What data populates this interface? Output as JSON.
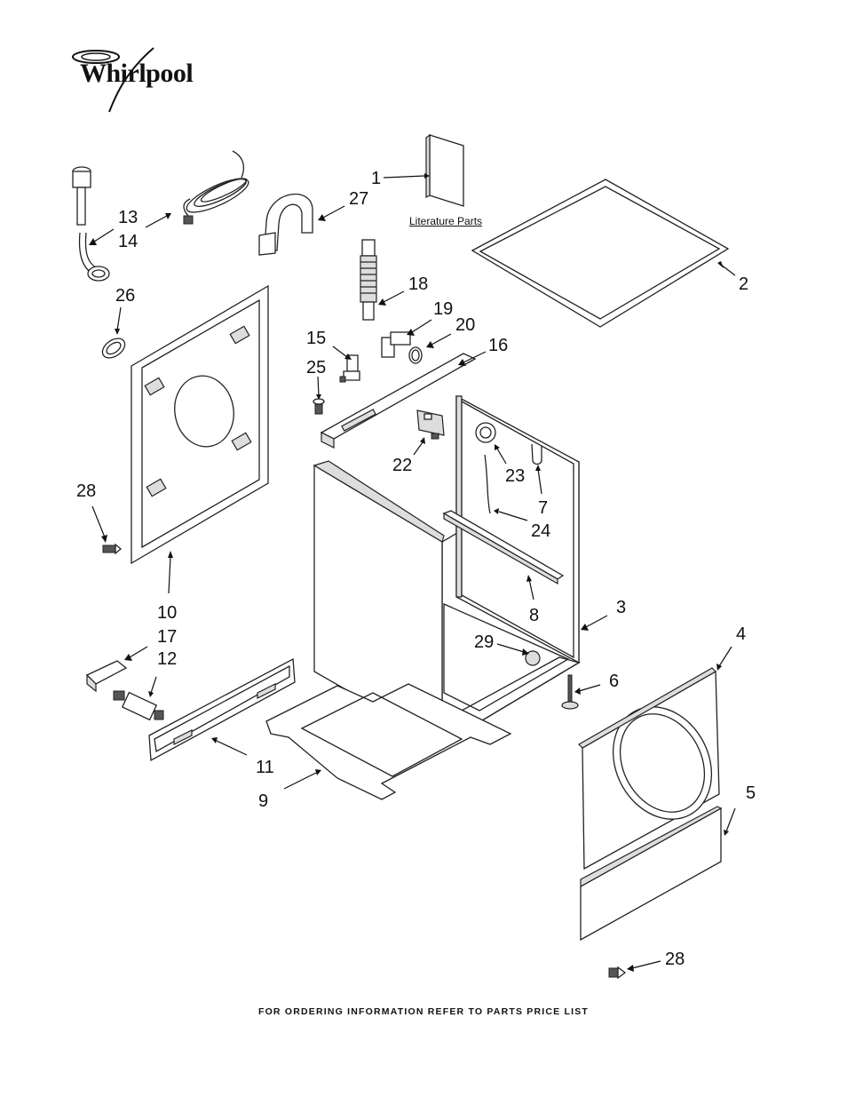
{
  "brand": "Whirlpool",
  "footer": "FOR ORDERING INFORMATION REFER TO PARTS PRICE LIST",
  "literature_caption": "Literature Parts",
  "callouts": {
    "c1": "1",
    "c2": "2",
    "c3": "3",
    "c4": "4",
    "c5": "5",
    "c6": "6",
    "c7": "7",
    "c8": "8",
    "c9": "9",
    "c10": "10",
    "c11": "11",
    "c12": "12",
    "c13": "13",
    "c14": "14",
    "c15": "15",
    "c16": "16",
    "c17": "17",
    "c18": "18",
    "c19": "19",
    "c20": "20",
    "c22": "22",
    "c23": "23",
    "c24": "24",
    "c25": "25",
    "c26": "26",
    "c27": "27",
    "c28a": "28",
    "c28b": "28",
    "c29": "29"
  }
}
